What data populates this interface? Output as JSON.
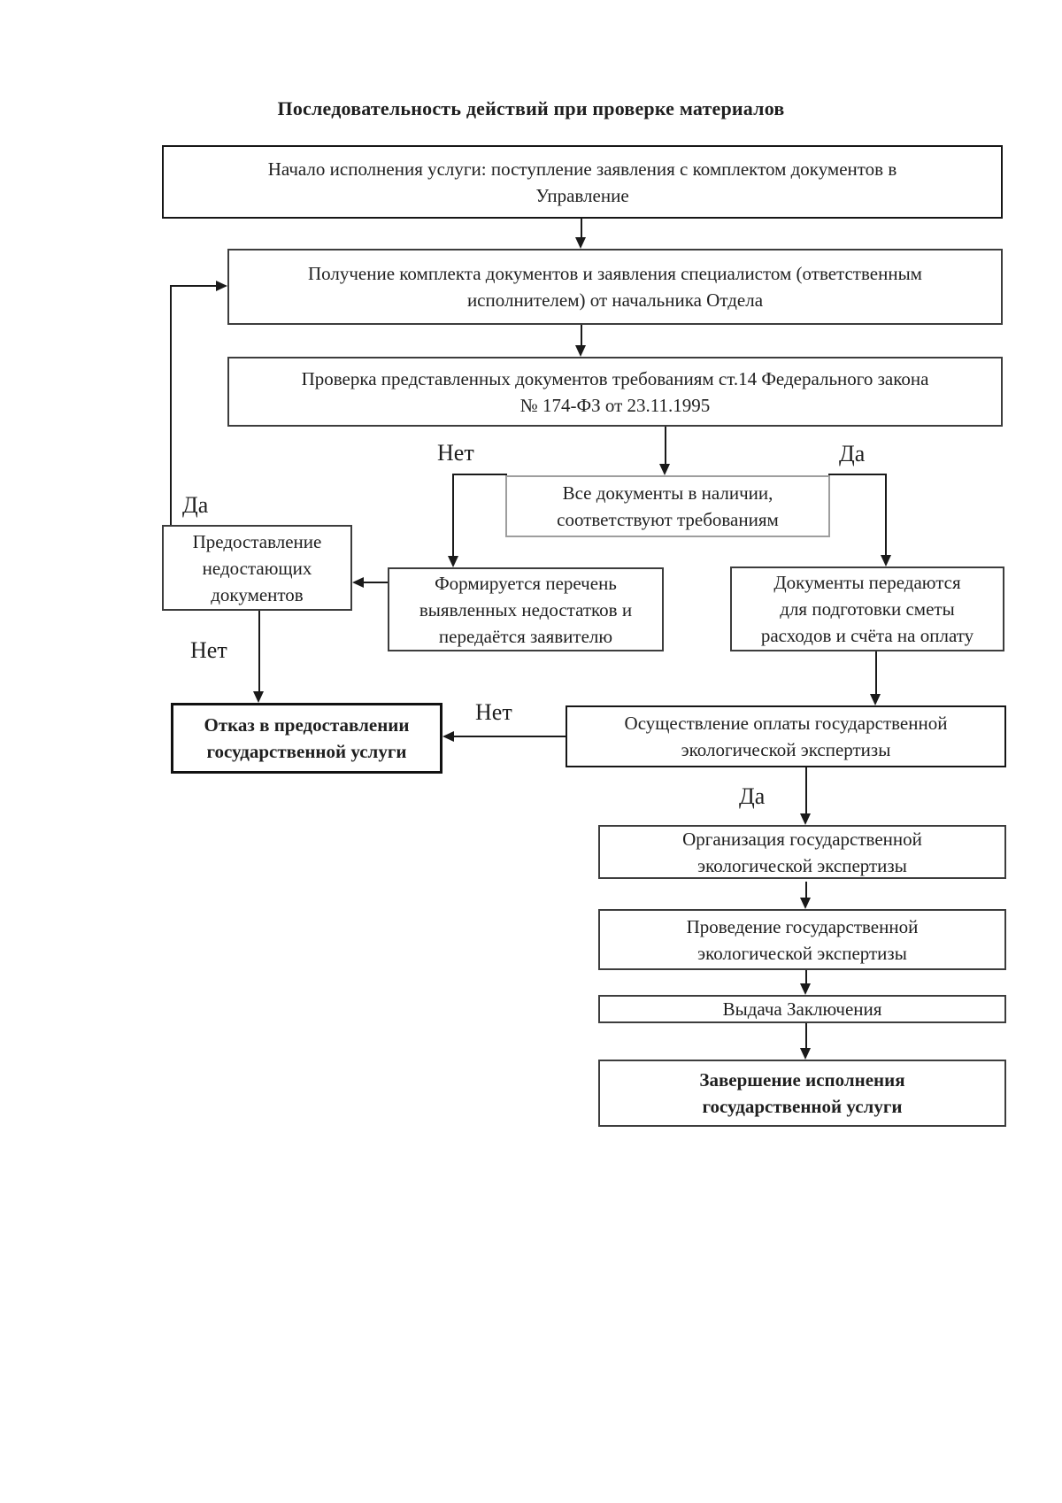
{
  "document": {
    "title": "Последовательность действий при проверке материалов"
  },
  "flowchart": {
    "nodes": {
      "start": {
        "text": "Начало исполнения услуги: поступление заявления с комплектом документов в\nУправление"
      },
      "receive": {
        "text": "Получение комплекта документов и заявления специалистом (ответственным\nисполнителем) от начальника Отдела"
      },
      "check": {
        "text": "Проверка представленных документов требованиям ст.14 Федерального закона\n№ 174-ФЗ от 23.11.1995"
      },
      "decision": {
        "text": "Все документы в наличии,\nсоответствуют требованиям"
      },
      "provide_missing": {
        "text": "Предоставление\nнедостающих\nдокументов"
      },
      "deficiency_list": {
        "text": "Формируется перечень\nвыявленных недостатков и\nпередаётся заявителю"
      },
      "transfer_docs": {
        "text": "Документы передаются\nдля подготовки сметы\nрасходов и счёта на оплату"
      },
      "refusal": {
        "text": "Отказ в предоставлении\nгосударственной услуги"
      },
      "payment": {
        "text": "Осуществление оплаты государственной\nэкологической экспертизы"
      },
      "organize": {
        "text": "Организация государственной\nэкологической экспертизы"
      },
      "conduct": {
        "text": "Проведение государственной\nэкологической экспертизы"
      },
      "issue": {
        "text": "Выдача Заключения"
      },
      "complete": {
        "text": "Завершение исполнения\nгосударственной услуги"
      }
    },
    "edge_labels": {
      "no_check": "Нет",
      "yes_check": "Да",
      "yes_loop": "Да",
      "no_refuse": "Нет",
      "no_payment": "Нет",
      "yes_payment": "Да"
    },
    "colors": {
      "line": "#1a1a1a",
      "text": "#1f1f1f",
      "page_background": "#ffffff",
      "decision_border": "#9e9e9e"
    }
  }
}
